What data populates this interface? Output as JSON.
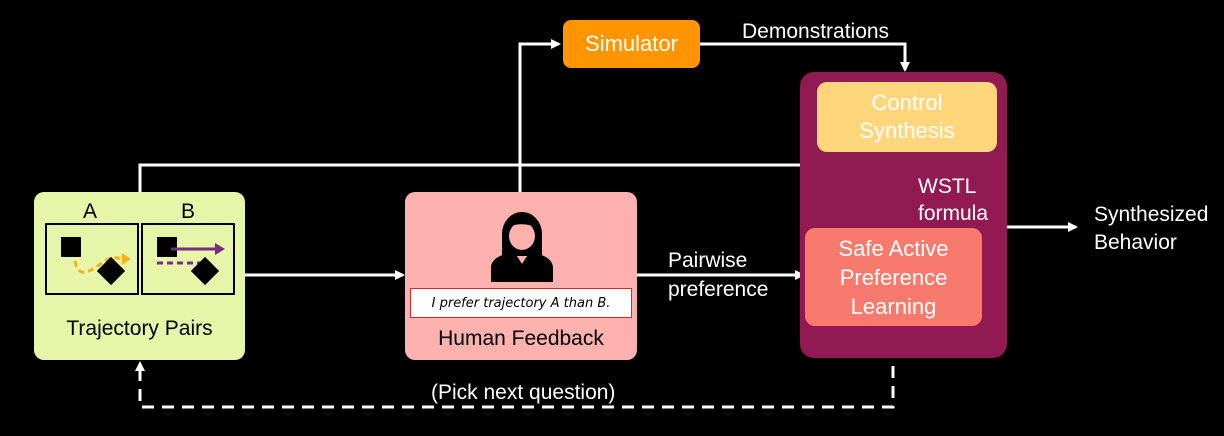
{
  "colors": {
    "background": "#000000",
    "pairs_box": "#e6f5a8",
    "human_box": "#fbb1ad",
    "simulator_box": "#ff9500",
    "system_container": "#911a52",
    "control_box": "#ffd67c",
    "learning_box": "#f77a6d",
    "arrow": "#ffffff",
    "traj_a": "#f5b21a",
    "traj_b": "#7a2a85"
  },
  "trajectory_pairs": {
    "label_a": "A",
    "label_b": "B",
    "caption": "Trajectory Pairs"
  },
  "human_feedback": {
    "icon": "person-icon",
    "note": "I prefer trajectory A than B.",
    "caption": "Human Feedback"
  },
  "simulator": {
    "label": "Simulator"
  },
  "control_synthesis": {
    "line1": "Control",
    "line2": "Synthesis"
  },
  "safe_active_learning": {
    "line1": "Safe Active",
    "line2": "Preference",
    "line3": "Learning"
  },
  "edge_labels": {
    "demonstrations": "Demonstrations",
    "pairwise_line1": "Pairwise",
    "pairwise_line2": "preference",
    "wstl_line1": "WSTL",
    "wstl_line2": "formula",
    "pick_next": "(Pick next question)"
  },
  "output": {
    "line1": "Synthesized",
    "line2": "Behavior"
  }
}
